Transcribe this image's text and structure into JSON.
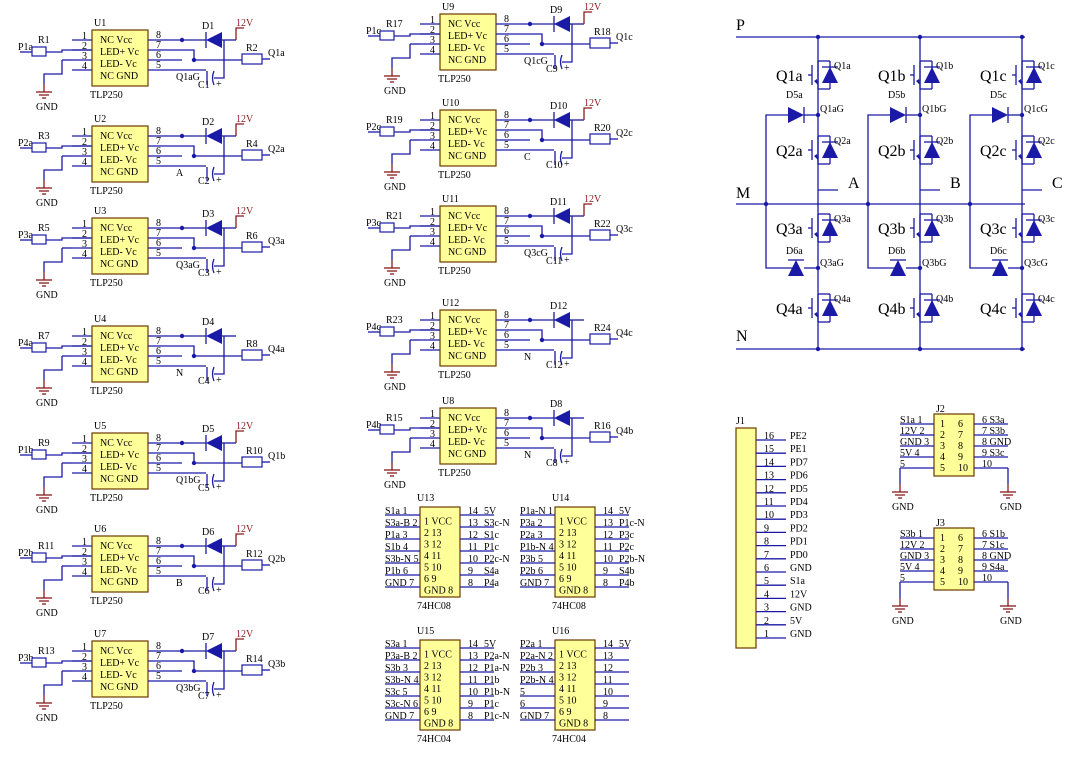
{
  "colors": {
    "wire": "#1a1aa6",
    "chip_fill": "#ffff99",
    "chip_border": "#6b3a00",
    "ground": "#8a1a1a",
    "text": "#000000"
  },
  "rails": {
    "p": "P",
    "m": "M",
    "n": "N",
    "vcc": "12V",
    "gnd": "GND"
  },
  "driver_pin_labels": [
    "NC  Vcc",
    "LED+ Vc",
    "LED- Vc",
    "NC GND"
  ],
  "driver_pin_numbers_left": [
    "1",
    "2",
    "3",
    "4"
  ],
  "driver_pin_numbers_right": [
    "8",
    "7",
    "6",
    "5"
  ],
  "drivers": [
    {
      "ref": "U1",
      "part": "TLP250",
      "input": "P1a",
      "rin": "R1",
      "diode": "D1",
      "rout": "R2",
      "cap": "C1",
      "node": "Q1aG",
      "out": "Q1a",
      "vcc": true
    },
    {
      "ref": "U2",
      "part": "TLP250",
      "input": "P2a",
      "rin": "R3",
      "diode": "D2",
      "rout": "R4",
      "cap": "C2",
      "node": "A",
      "out": "Q2a",
      "vcc": true
    },
    {
      "ref": "U3",
      "part": "TLP250",
      "input": "P3a",
      "rin": "R5",
      "diode": "D3",
      "rout": "R6",
      "cap": "C3",
      "node": "Q3aG",
      "out": "Q3a",
      "vcc": true
    },
    {
      "ref": "U4",
      "part": "TLP250",
      "input": "P4a",
      "rin": "R7",
      "diode": "D4",
      "rout": "R8",
      "cap": "C4",
      "node": "N",
      "out": "Q4a",
      "vcc": false
    },
    {
      "ref": "U5",
      "part": "TLP250",
      "input": "P1b",
      "rin": "R9",
      "diode": "D5",
      "rout": "R10",
      "cap": "C5",
      "node": "Q1bG",
      "out": "Q1b",
      "vcc": true
    },
    {
      "ref": "U6",
      "part": "TLP250",
      "input": "P2b",
      "rin": "R11",
      "diode": "D6",
      "rout": "R12",
      "cap": "C6",
      "node": "B",
      "out": "Q2b",
      "vcc": true
    },
    {
      "ref": "U7",
      "part": "TLP250",
      "input": "P3b",
      "rin": "R13",
      "diode": "D7",
      "rout": "R14",
      "cap": "C7",
      "node": "Q3bG",
      "out": "Q3b",
      "vcc": true
    },
    {
      "ref": "U9",
      "part": "TLP250",
      "input": "P1c",
      "rin": "R17",
      "diode": "D9",
      "rout": "R18",
      "cap": "C9",
      "node": "Q1cG",
      "out": "Q1c",
      "vcc": true
    },
    {
      "ref": "U10",
      "part": "TLP250",
      "input": "P2c",
      "rin": "R19",
      "diode": "D10",
      "rout": "R20",
      "cap": "C10",
      "node": "C",
      "out": "Q2c",
      "vcc": true
    },
    {
      "ref": "U11",
      "part": "TLP250",
      "input": "P3c",
      "rin": "R21",
      "diode": "D11",
      "rout": "R22",
      "cap": "C11",
      "node": "Q3cG",
      "out": "Q3c",
      "vcc": true
    },
    {
      "ref": "U12",
      "part": "TLP250",
      "input": "P4c",
      "rin": "R23",
      "diode": "D12",
      "rout": "R24",
      "cap": "C12",
      "node": "N",
      "out": "Q4c",
      "vcc": false
    },
    {
      "ref": "U8",
      "part": "TLP250",
      "input": "P4b",
      "rin": "R15",
      "diode": "D8",
      "rout": "R16",
      "cap": "C8",
      "node": "N",
      "out": "Q4b",
      "vcc": false
    }
  ],
  "logic": [
    {
      "ref": "U13",
      "part": "74HC08",
      "left": [
        "S1a 1",
        "S3a-B 2",
        "P1a 3",
        "S1b 4",
        "S3b-N 5",
        "P1b 6",
        "GND 7"
      ],
      "right": [
        "14",
        "13",
        "12",
        "11",
        "10",
        "9",
        "8"
      ],
      "inner_l": [
        "",
        "1 VCC",
        "2  13",
        "3  12",
        "4  11",
        "5  10",
        "6   9",
        "GND 8"
      ],
      "outer": [
        "5V",
        "S3c-N",
        "S1c",
        "P1c",
        "P2c-N",
        "S4a",
        "P4a"
      ]
    },
    {
      "ref": "U14",
      "part": "74HC08",
      "left": [
        "P1a-N 1",
        "P3a 2",
        "P2a 3",
        "P1b-N 4",
        "P3b 5",
        "P2b 6",
        "GND 7"
      ],
      "right": [
        "14",
        "13",
        "12",
        "11",
        "10",
        "9",
        "8"
      ],
      "inner_l": [
        "",
        "1 VCC",
        "2  13",
        "3  12",
        "4  11",
        "5  10",
        "6   9",
        "GND 8"
      ],
      "outer": [
        "5V",
        "P1c-N",
        "P3c",
        "P2c",
        "P2b-N",
        "S4b",
        "P4b"
      ]
    },
    {
      "ref": "U15",
      "part": "74HC04",
      "left": [
        "S3a 1",
        "P3a-B 2",
        "S3b 3",
        "S3b-N 4",
        "S3c 5",
        "S3c-N 6",
        "GND 7"
      ],
      "right": [
        "14",
        "13",
        "12",
        "11",
        "10",
        "9",
        "8"
      ],
      "inner_l": [
        "",
        "1 VCC",
        "2  13",
        "3  12",
        "4  11",
        "5  10",
        "6   9",
        "GND 8"
      ],
      "outer": [
        "5V",
        "P2a-N",
        "P1a-N",
        "P1b",
        "P1b-N",
        "P1c",
        "P1c-N"
      ]
    },
    {
      "ref": "U16",
      "part": "74HC04",
      "left": [
        "P2a 1",
        "P2a-N 2",
        "P2b 3",
        "P2b-N 4",
        "5",
        "6",
        "GND 7"
      ],
      "right": [
        "14",
        "13",
        "12",
        "11",
        "10",
        "9",
        "8"
      ],
      "inner_l": [
        "",
        "1 VCC",
        "2  13",
        "3  12",
        "4  11",
        "5  10",
        "6   9",
        "GND 8"
      ],
      "outer": [
        "5V",
        "",
        "",
        "",
        "",
        "",
        ""
      ]
    }
  ],
  "j1": {
    "ref": "J1",
    "pins": [
      "16",
      "15",
      "14",
      "13",
      "12",
      "11",
      "10",
      "9",
      "8",
      "7",
      "6",
      "5",
      "4",
      "3",
      "2",
      "1"
    ],
    "signals": [
      "PE2",
      "PE1",
      "PD7",
      "PD6",
      "PD5",
      "PD4",
      "PD3",
      "PD2",
      "PD1",
      "PD0",
      "GND",
      "S1a",
      "12V",
      "GND",
      "5V",
      "GND"
    ]
  },
  "j2": {
    "ref": "J2",
    "left_labels": [
      "S1a 1",
      "12V 2",
      "GND 3",
      "5V 4",
      "5"
    ],
    "inner_left": [
      "1",
      "2",
      "3",
      "4",
      "5"
    ],
    "inner_right": [
      "6",
      "7",
      "8",
      "9",
      "10"
    ],
    "right_labels": [
      "6  S3a",
      "7  S3b",
      "8  GND",
      "9  S3c",
      "10"
    ]
  },
  "j3": {
    "ref": "J3",
    "left_labels": [
      "S3b 1",
      "12V 2",
      "GND 3",
      "5V 4",
      "5"
    ],
    "inner_left": [
      "1",
      "2",
      "3",
      "4",
      "5"
    ],
    "inner_right": [
      "6",
      "7",
      "8",
      "9",
      "10"
    ],
    "right_labels": [
      "6  S1b",
      "7  S1c",
      "8  GND",
      "9  S4a",
      "10"
    ]
  },
  "bridge": {
    "nodes": [
      "A",
      "B",
      "C"
    ],
    "legs": [
      {
        "switches": [
          "Q1a",
          "Q2a",
          "Q3a",
          "Q4a"
        ],
        "diodes": [
          "D5a",
          "D6a"
        ],
        "gates": [
          "Q1aG",
          "Q3aG"
        ]
      },
      {
        "switches": [
          "Q1b",
          "Q2b",
          "Q3b",
          "Q4b"
        ],
        "diodes": [
          "D5b",
          "D6b"
        ],
        "gates": [
          "Q1bG",
          "Q3bG"
        ]
      },
      {
        "switches": [
          "Q1c",
          "Q2c",
          "Q3c",
          "Q4c"
        ],
        "diodes": [
          "D5c",
          "D6c"
        ],
        "gates": [
          "Q1cG",
          "Q3cG"
        ]
      }
    ]
  }
}
